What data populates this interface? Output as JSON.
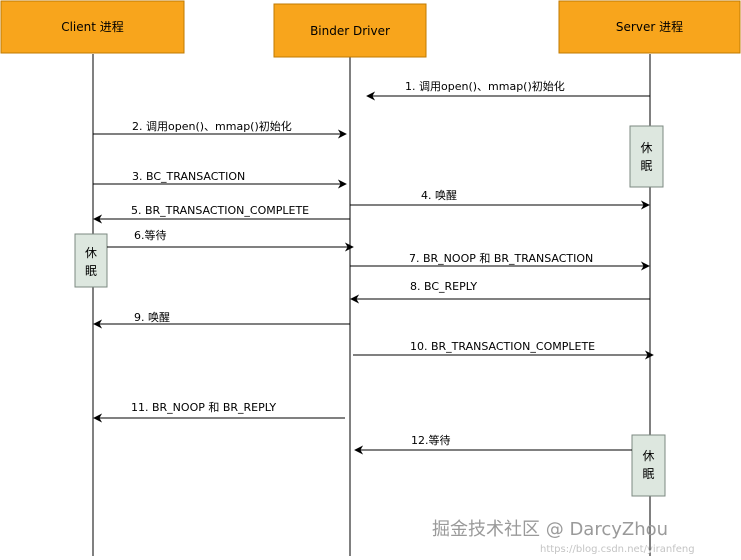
{
  "participants": [
    {
      "id": "client",
      "label": "Client 进程"
    },
    {
      "id": "binder",
      "label": "Binder Driver"
    },
    {
      "id": "server",
      "label": "Server 进程"
    }
  ],
  "messages": [
    {
      "label": "1. 调用open()、mmap()初始化",
      "from": "server",
      "to": "binder"
    },
    {
      "label": "2. 调用open()、mmap()初始化",
      "from": "client",
      "to": "binder"
    },
    {
      "label": "3. BC_TRANSACTION",
      "from": "client",
      "to": "binder"
    },
    {
      "label": "4. 唤醒",
      "from": "binder",
      "to": "server"
    },
    {
      "label": "5. BR_TRANSACTION_COMPLETE",
      "from": "binder",
      "to": "client"
    },
    {
      "label": "6.等待",
      "from": "client",
      "to": "binder"
    },
    {
      "label": "7. BR_NOOP 和 BR_TRANSACTION",
      "from": "binder",
      "to": "server"
    },
    {
      "label": "8. BC_REPLY",
      "from": "server",
      "to": "binder"
    },
    {
      "label": "9. 唤醒",
      "from": "binder",
      "to": "client"
    },
    {
      "label": "10. BR_TRANSACTION_COMPLETE",
      "from": "binder",
      "to": "server"
    },
    {
      "label": "11. BR_NOOP 和 BR_REPLY",
      "from": "binder",
      "to": "client"
    },
    {
      "label": "12.等待",
      "from": "server",
      "to": "binder"
    }
  ],
  "sleep_boxes": [
    {
      "participant": "server",
      "line1": "休",
      "line2": "眠"
    },
    {
      "participant": "client",
      "line1": "休",
      "line2": "眠"
    },
    {
      "participant": "server",
      "line1": "休",
      "line2": "眠"
    }
  ],
  "watermark": {
    "text": "掘金技术社区 @ DarcyZhou",
    "url": "https://blog.csdn.net/yiranfeng"
  },
  "colors": {
    "header_fill": "#f8a51c",
    "header_stroke": "#c07a00",
    "sleep_fill": "#dde7df",
    "sleep_stroke": "#7c8a82",
    "line": "#000000"
  }
}
